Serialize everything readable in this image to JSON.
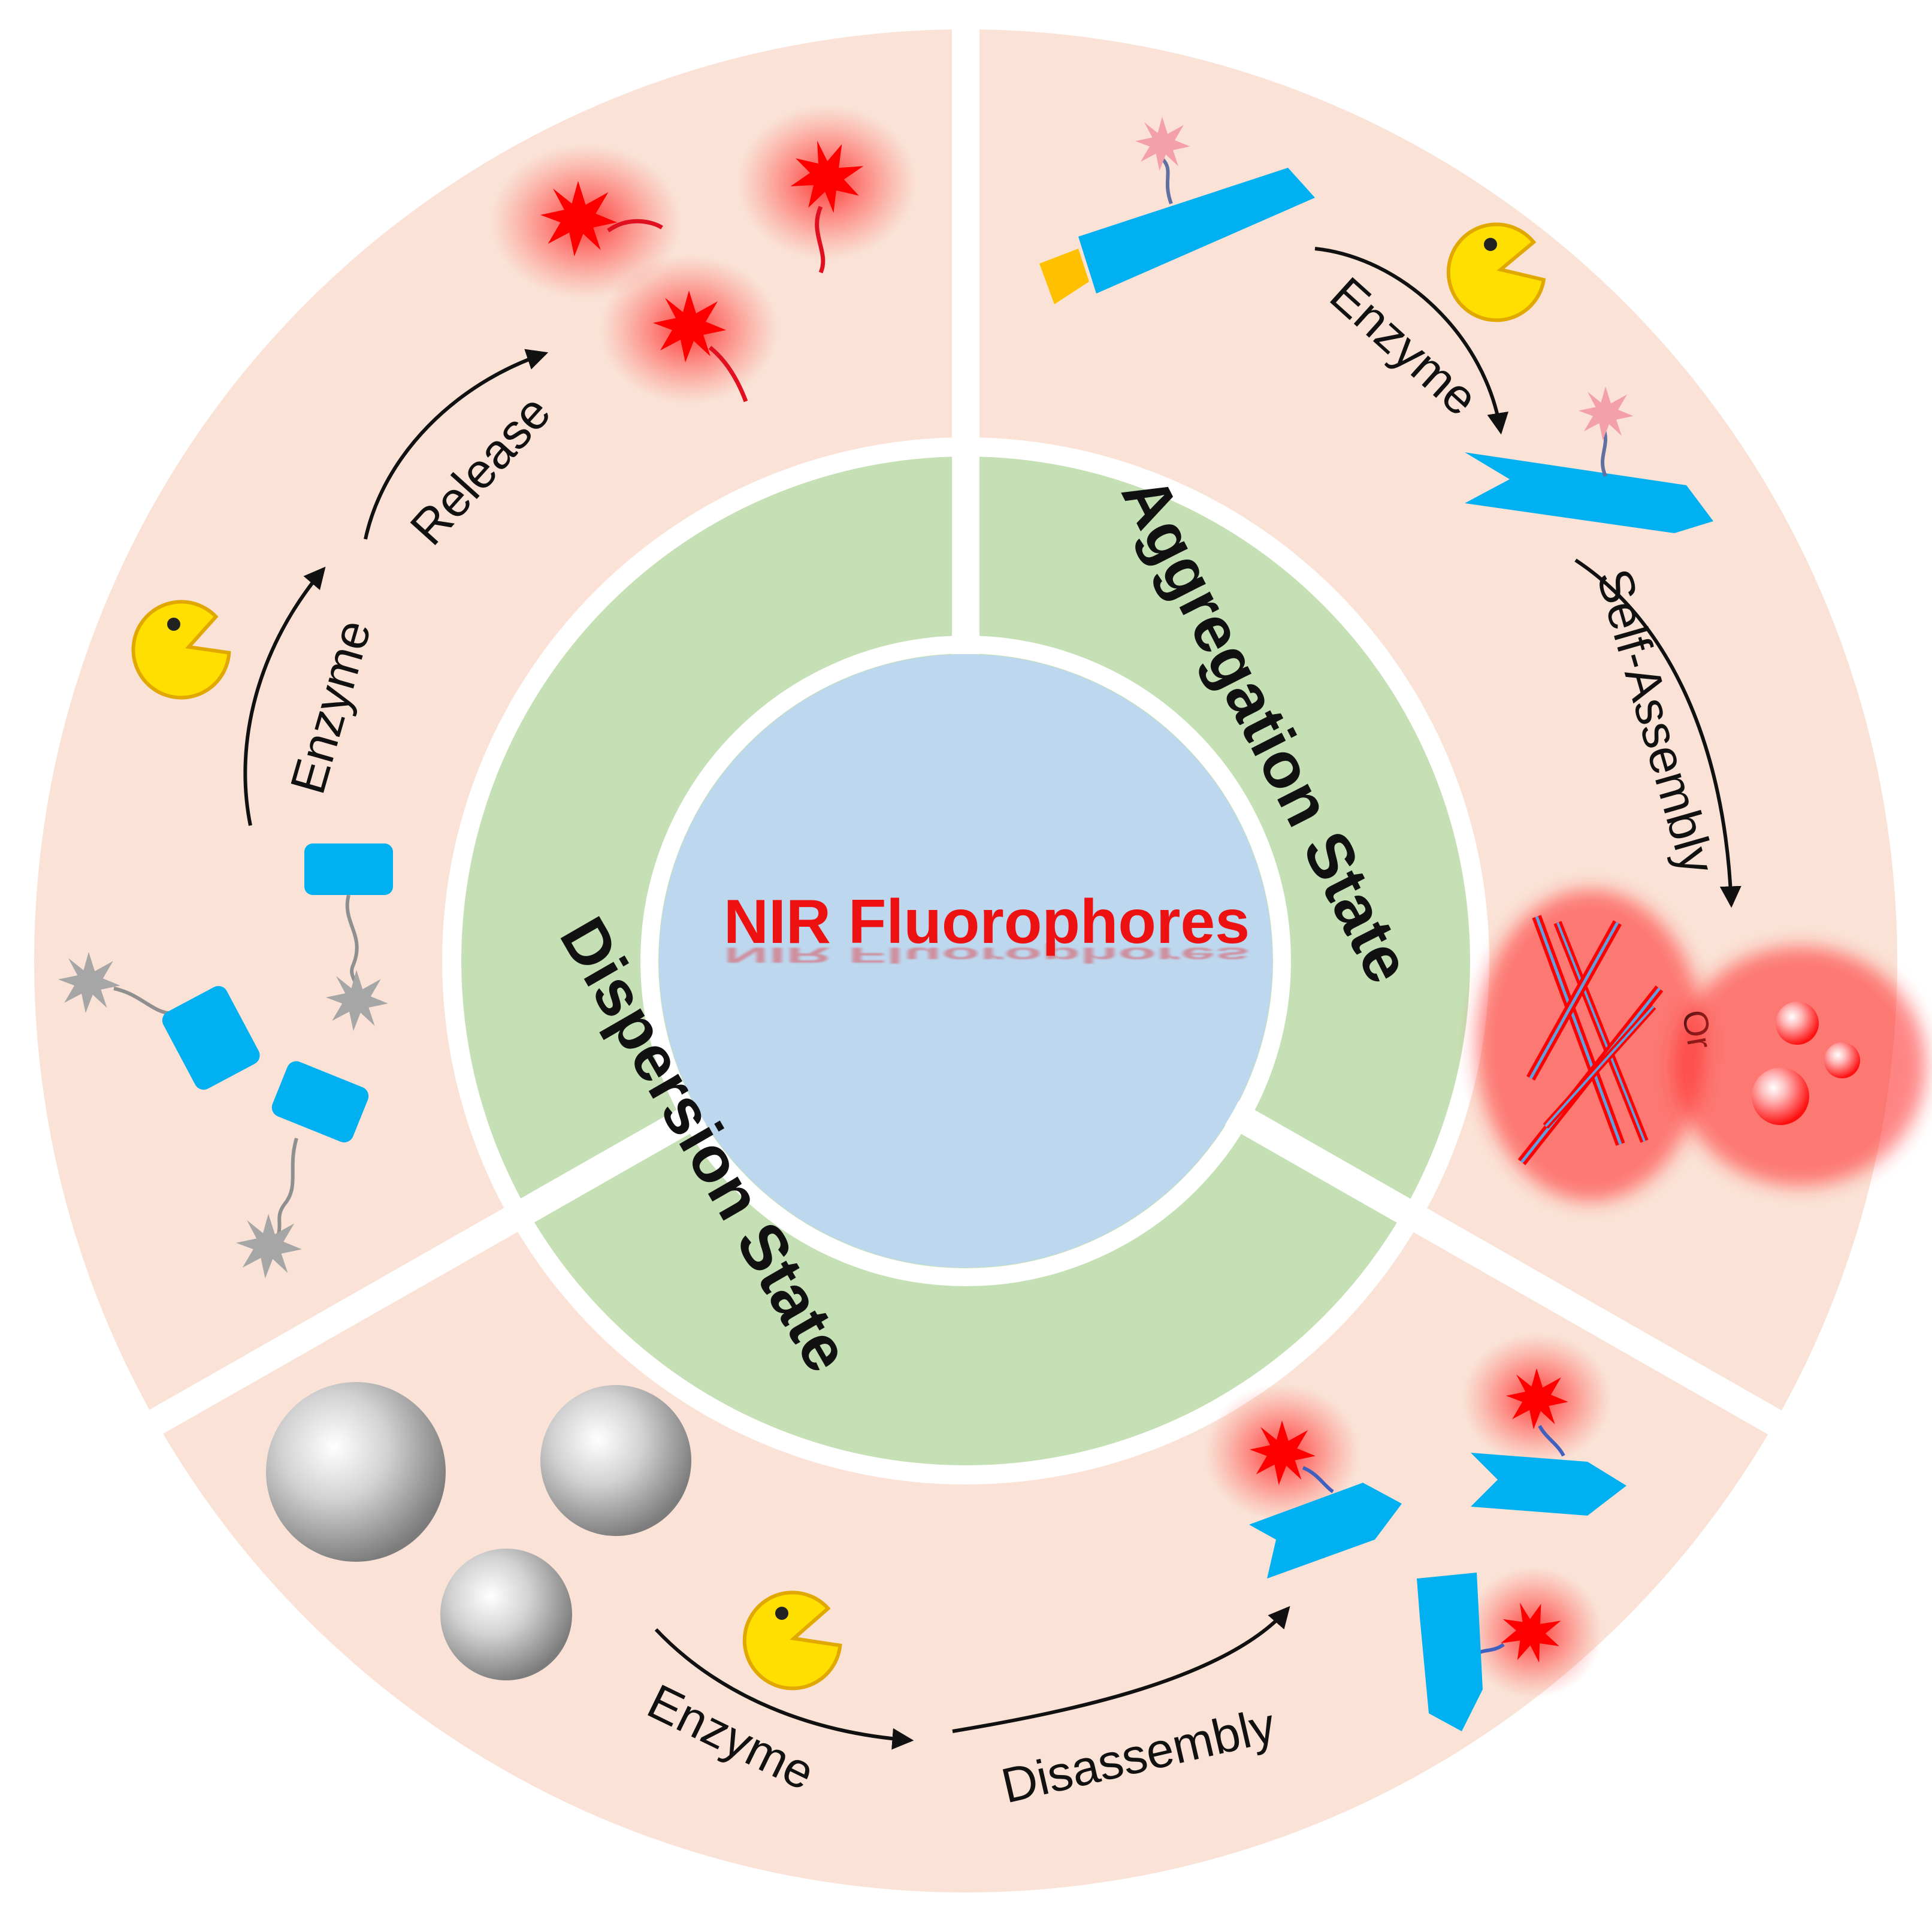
{
  "center": {
    "title": "NIR Fluorophores"
  },
  "states": {
    "aggregation": "Aggregation State",
    "dispersion": "Dispersion State"
  },
  "top_left": {
    "enzyme": "Enzyme",
    "release": "Release"
  },
  "top_right": {
    "enzyme": "Enzyme",
    "self_assembly": "Self-Assembly",
    "or": "Or"
  },
  "bottom": {
    "enzyme": "Enzyme",
    "disassembly": "Disassembly"
  },
  "colors": {
    "outer_ring": "#fae3d6",
    "inner_ring": "#c5e0b4",
    "core": "#bdd7ee",
    "divider": "#ffffff",
    "fluor_on": "#ff0000",
    "fluor_off": "#a6a6a6",
    "fluor_quenched": "#f4a0a8",
    "peptide": "#00b0f0",
    "cap": "#ffc000",
    "enzyme": "#ffdf00",
    "title": "#ee1111"
  },
  "icons": [
    "enzyme-pacman-icon",
    "fluorophore-star-icon",
    "peptide-block-icon",
    "nanoparticle-sphere-icon",
    "arrow-icon"
  ]
}
